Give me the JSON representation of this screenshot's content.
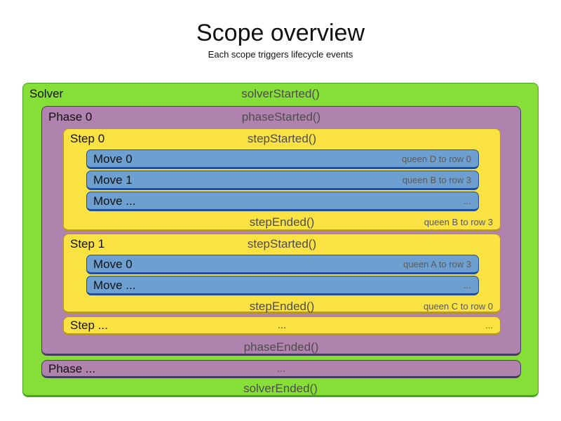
{
  "title": "Scope overview",
  "subtitle": "Each scope triggers lifecycle events",
  "colors": {
    "solver_fill": "#86df36",
    "solver_border": "#44a51e",
    "phase_fill": "#b083ae",
    "phase_border": "#473a62",
    "step_fill": "#fbe243",
    "step_border": "#b6981c",
    "move_fill": "#6e9fd1",
    "move_border": "#20509c",
    "lifecycle_text": "#4d4d4d",
    "detail_text": "#595959"
  },
  "solver": {
    "label": "Solver",
    "started": "solverStarted()",
    "ended": "solverEnded()",
    "phase": {
      "label": "Phase 0",
      "started": "phaseStarted()",
      "ended": "phaseEnded()",
      "steps": [
        {
          "label": "Step 0",
          "started": "stepStarted()",
          "ended": "stepEnded()",
          "ended_detail": "queen B to row 3",
          "moves": [
            {
              "label": "Move 0",
              "detail": "queen D to row 0"
            },
            {
              "label": "Move 1",
              "detail": "queen B to row 3"
            },
            {
              "label": "Move ...",
              "detail": "..."
            }
          ]
        },
        {
          "label": "Step 1",
          "started": "stepStarted()",
          "ended": "stepEnded()",
          "ended_detail": "queen C to row 0",
          "moves": [
            {
              "label": "Move 0",
              "detail": "queen A to row 3"
            },
            {
              "label": "Move ...",
              "detail": "..."
            }
          ]
        }
      ],
      "step_more": {
        "label": "Step ...",
        "center": "...",
        "right": "..."
      }
    },
    "phase_more": {
      "label": "Phase ...",
      "center": "..."
    }
  }
}
